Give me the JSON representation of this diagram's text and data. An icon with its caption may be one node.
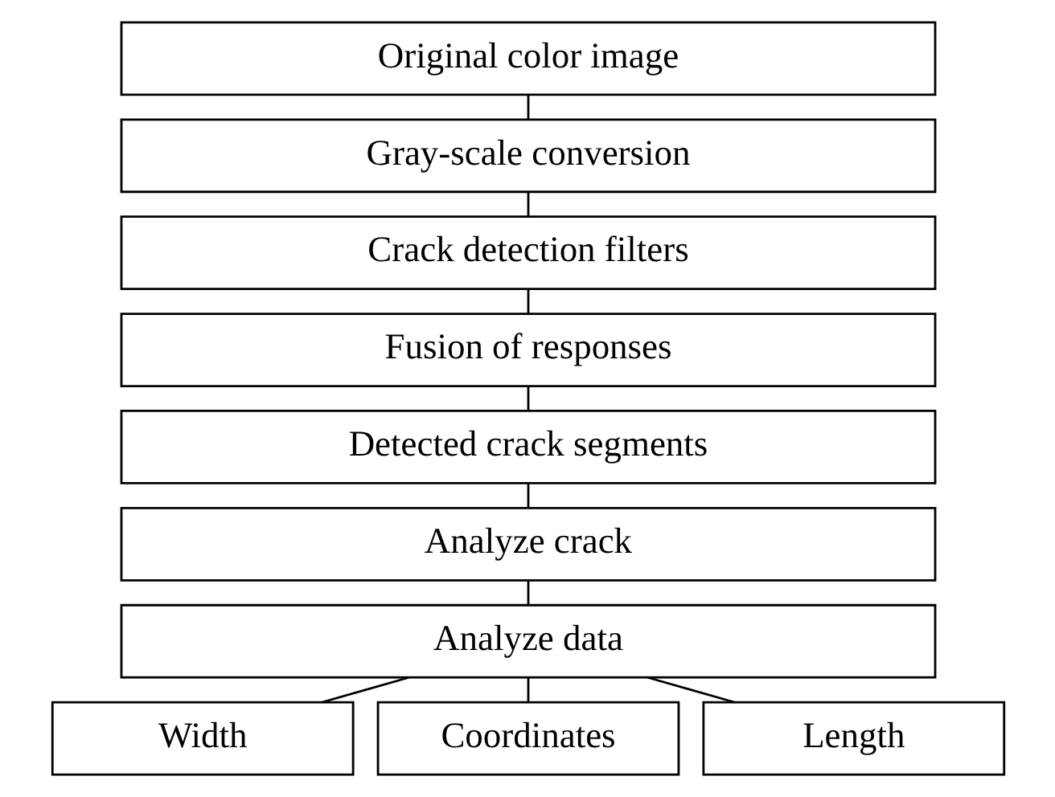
{
  "diagram": {
    "nodes": [
      {
        "text": [
          "Original color image"
        ]
      },
      {
        "text": [
          "Gray-scale conversion"
        ]
      },
      {
        "text": [
          "Crack detection filters"
        ]
      },
      {
        "text": [
          "Fusion of responses"
        ]
      },
      {
        "text": [
          "Detected crack segments"
        ]
      },
      {
        "text": [
          "Analyze crack"
        ]
      },
      {
        "text": [
          "Analyze data"
        ]
      },
      {
        "text": [
          "Width"
        ]
      },
      {
        "text": [
          "Coordinates"
        ]
      },
      {
        "text": [
          "Length"
        ]
      }
    ],
    "edges": [
      {
        "from": 0,
        "to": 1,
        "arrow": "none"
      },
      {
        "from": 1,
        "to": 2,
        "arrow": "none"
      },
      {
        "from": 2,
        "to": 3,
        "arrow": "none"
      },
      {
        "from": 3,
        "to": 4,
        "arrow": "none"
      },
      {
        "from": 4,
        "to": 5,
        "arrow": "none"
      },
      {
        "from": 5,
        "to": 6,
        "arrow": "none"
      },
      {
        "from": 6,
        "to": 7,
        "arrow": "none"
      },
      {
        "from": 6,
        "to": 8,
        "arrow": "none"
      },
      {
        "from": 6,
        "to": 9,
        "arrow": "none"
      }
    ]
  }
}
